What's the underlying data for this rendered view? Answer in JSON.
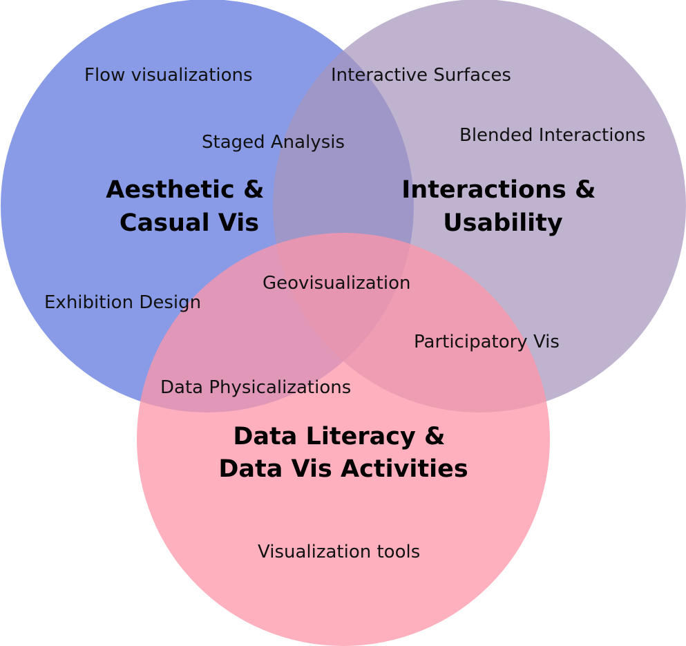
{
  "colors": {
    "aesthetic_circle": "#6f85e0",
    "interactions_circle": "#a896bd",
    "literacy_circle": "#fe96a8"
  },
  "sets": {
    "aesthetic": {
      "line1": "Aesthetic &",
      "line2": "Casual Vis"
    },
    "interactions": {
      "line1": "Interactions &",
      "line2": "Usability"
    },
    "literacy": {
      "line1": "Data Literacy &",
      "line2": "Data Vis Activities"
    }
  },
  "topics": {
    "flow_visualizations": "Flow visualizations",
    "interactive_surfaces": "Interactive Surfaces",
    "staged_analysis": "Staged Analysis",
    "blended_interactions": "Blended Interactions",
    "geovisualization": "Geovisualization",
    "exhibition_design": "Exhibition Design",
    "participatory_vis": "Participatory Vis",
    "data_physicalizations": "Data Physicalizations",
    "visualization_tools": "Visualization tools"
  }
}
